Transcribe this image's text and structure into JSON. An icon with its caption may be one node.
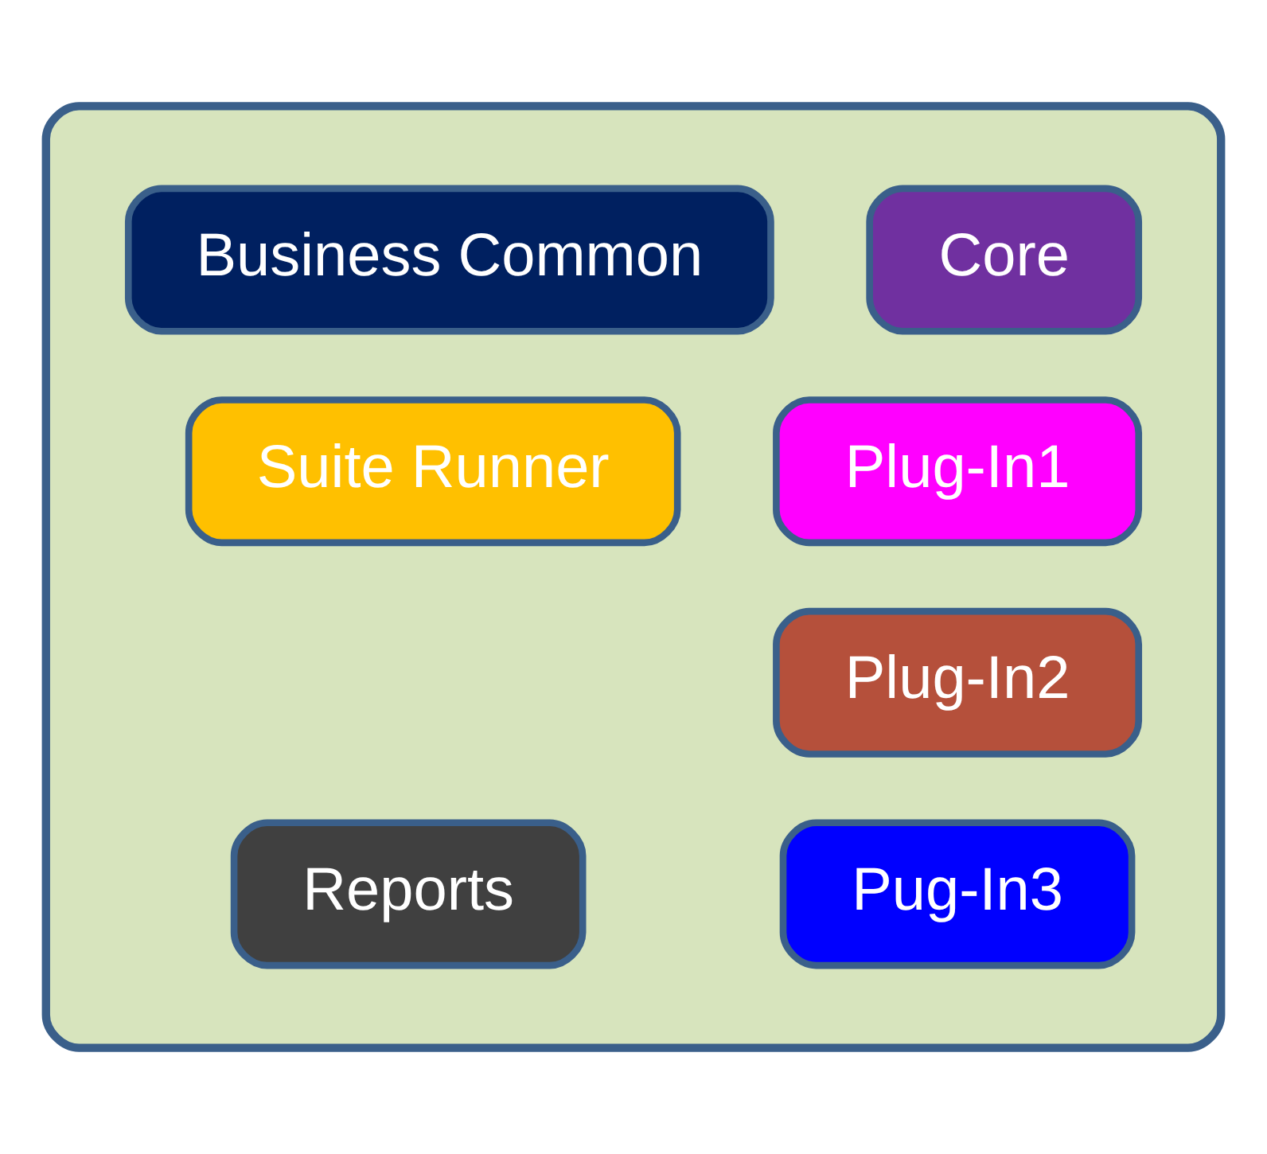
{
  "diagram": {
    "nodes": [
      {
        "text": [],
        "shape": "box"
      },
      {
        "text": [
          "Core"
        ],
        "in": 0
      },
      {
        "text": [
          "Business Common"
        ],
        "in": 0
      },
      {
        "text": [
          "Plug-In1"
        ],
        "in": 0
      },
      {
        "text": [
          "Suite Runner"
        ],
        "in": 0
      },
      {
        "text": [
          "Plug-In2"
        ],
        "in": 0
      },
      {
        "text": [
          "Pug-In3"
        ],
        "in": 0
      },
      {
        "text": [
          "Reports"
        ],
        "in": 0
      }
    ]
  }
}
